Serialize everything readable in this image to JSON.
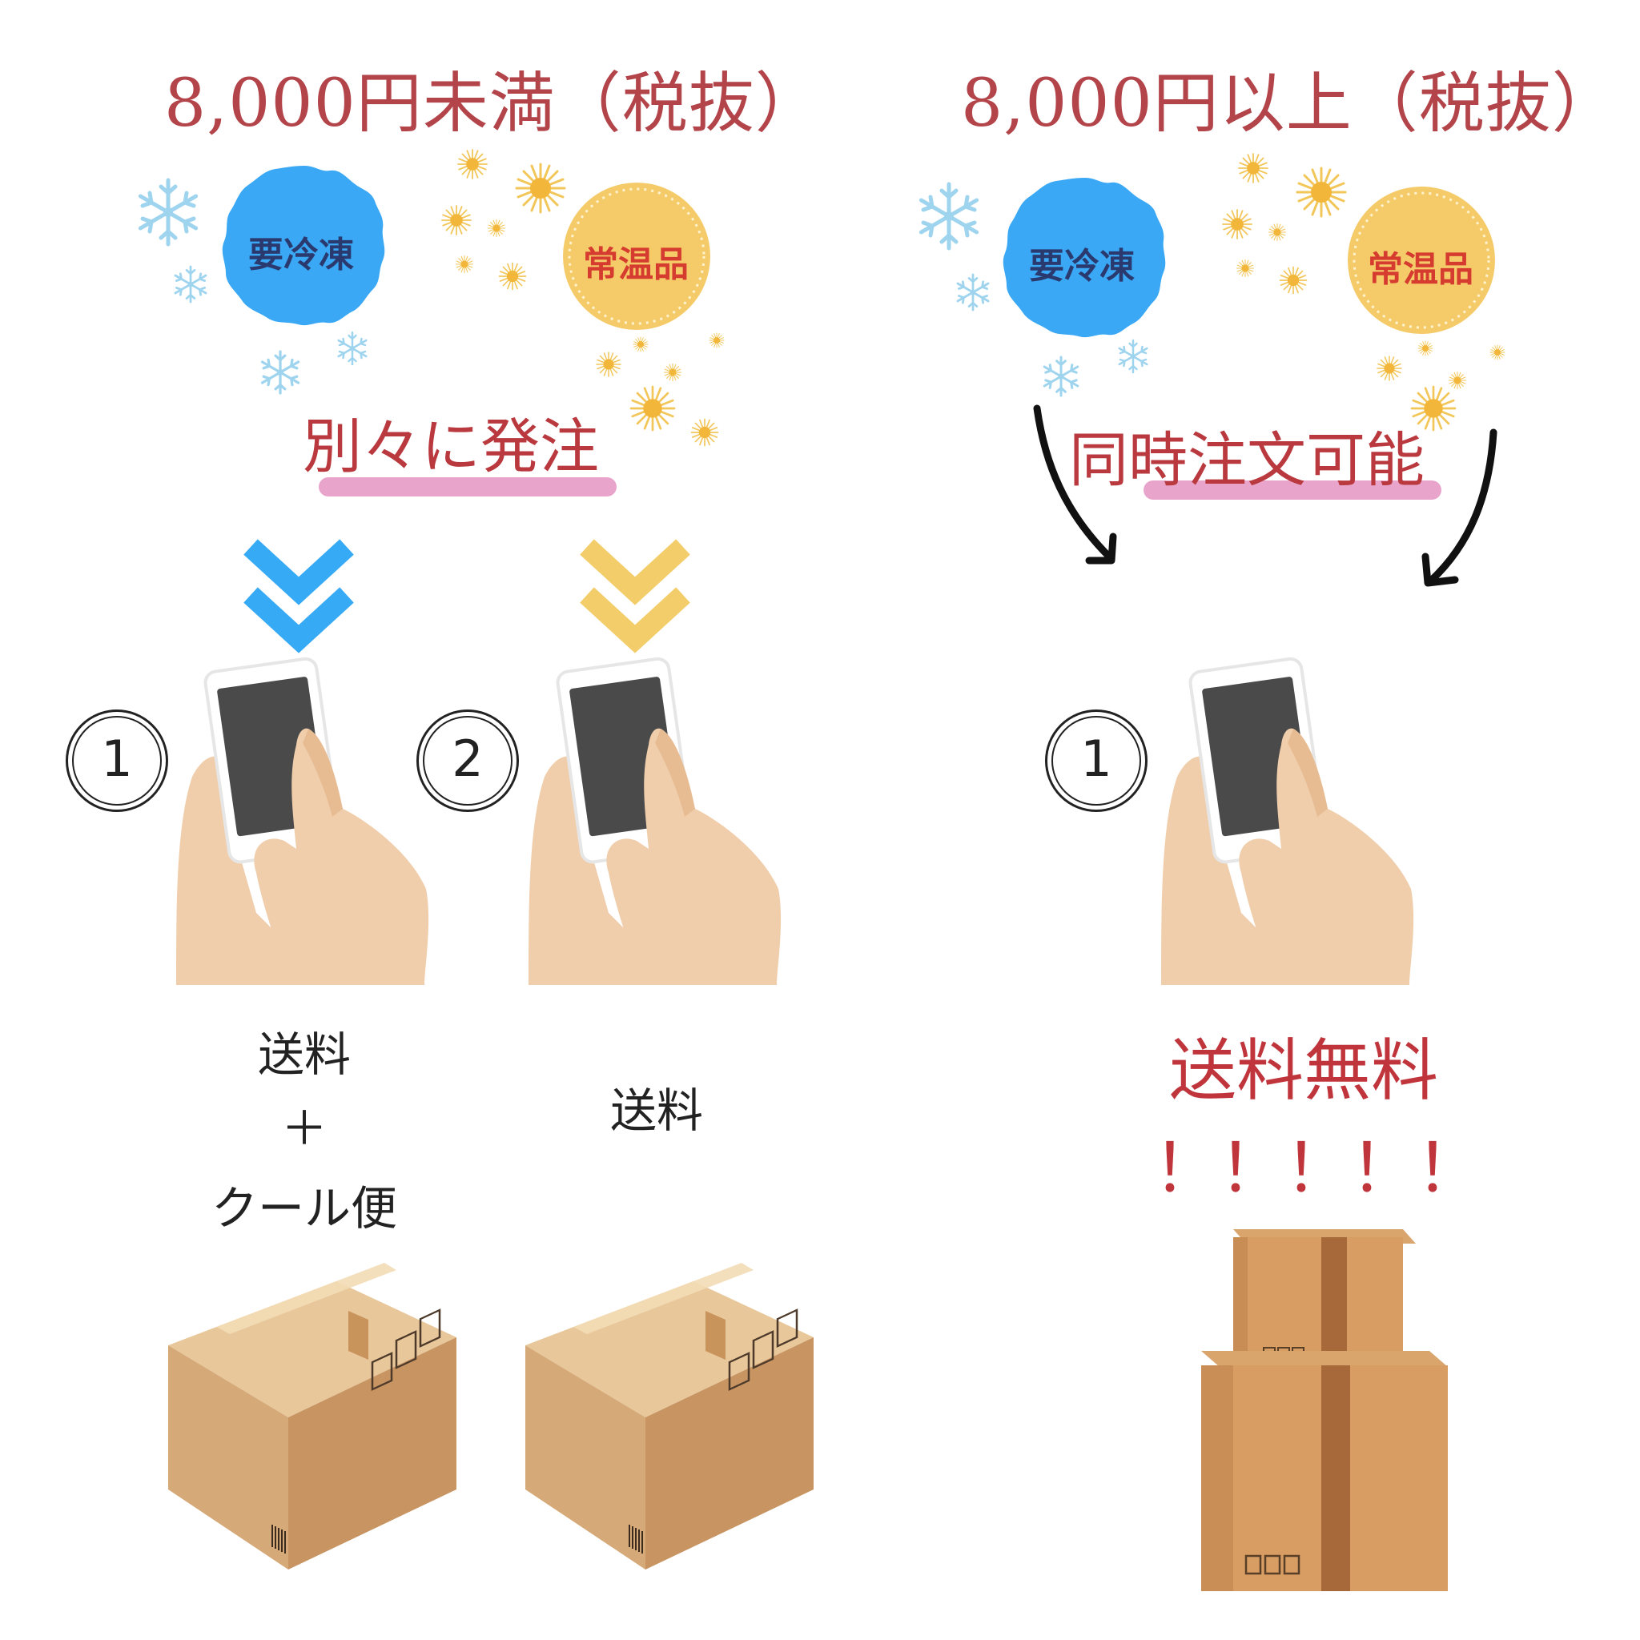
{
  "left": {
    "heading": "8,000円未満（税抜）",
    "badge_frozen": "要冷凍",
    "badge_ambient": "常温品",
    "note": "別々に発注",
    "order_numbers": [
      "1",
      "2"
    ],
    "shipping_1": [
      "送料",
      "＋",
      "クール便"
    ],
    "shipping_2": "送料"
  },
  "right": {
    "heading": "8,000円以上（税抜）",
    "badge_frozen": "要冷凍",
    "badge_ambient": "常温品",
    "note": "同時注文可能",
    "order_number": "1",
    "free_shipping": "送料無料",
    "exclamations": "！！！！！"
  },
  "colors": {
    "heading": "#b2444a",
    "frozen_badge": "#3aa8f5",
    "ambient_badge": "#f5cb6a",
    "frozen_text": "#2a3a6e",
    "ambient_text": "#d63b2f",
    "highlight_stroke": "#e79ac6",
    "chevron_blue": "#37aaf5",
    "chevron_yellow": "#f2cd6a"
  },
  "icons": [
    "snowflake-icon",
    "sunburst-icon",
    "smartphone-hand-icon",
    "cardboard-box-icon",
    "curved-arrow-icon"
  ]
}
